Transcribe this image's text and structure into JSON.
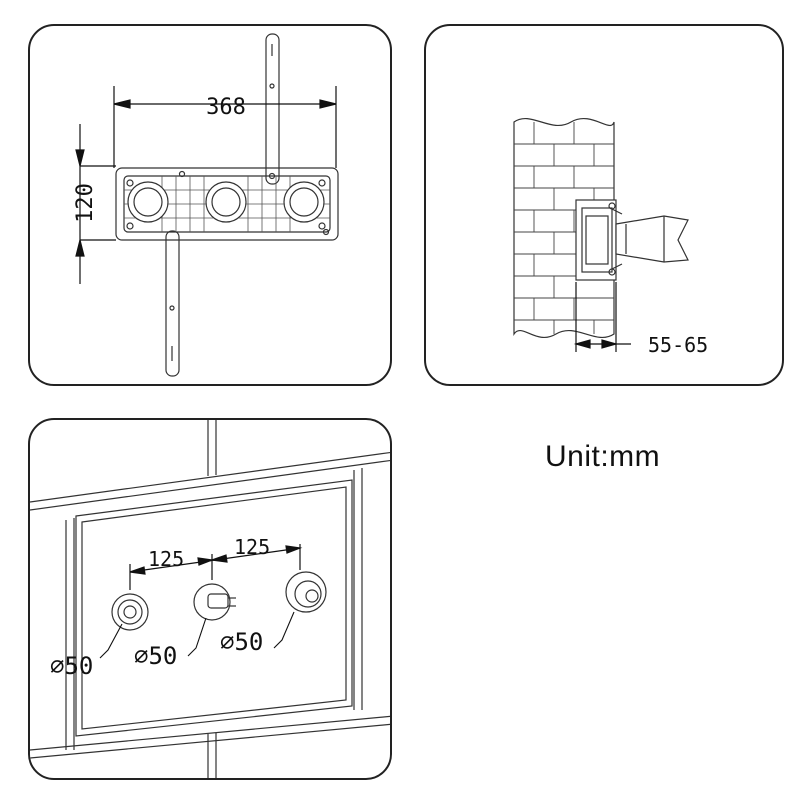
{
  "panels": {
    "top_view": {
      "dim_width": "368",
      "dim_height": "120"
    },
    "side_view": {
      "dim_depth": "55-65"
    },
    "front_view": {
      "dim_spacing_left": "125",
      "dim_spacing_right": "125",
      "dia_1": "∅50",
      "dia_2": "∅50",
      "dia_3": "∅50"
    }
  },
  "unit_label": "Unit:mm"
}
